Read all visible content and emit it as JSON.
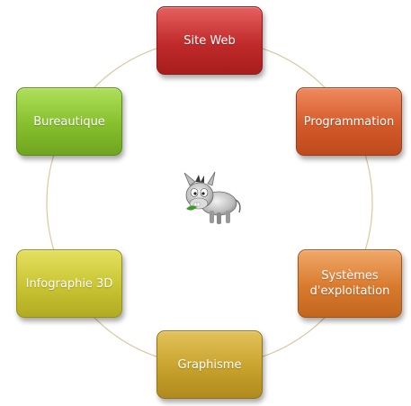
{
  "diagram": {
    "nodes": [
      {
        "label": "Site Web"
      },
      {
        "label": "Programmation"
      },
      {
        "label": "Systèmes\nd'exploitation"
      },
      {
        "label": "Graphisme"
      },
      {
        "label": "Infographie 3D"
      },
      {
        "label": "Bureautique"
      }
    ],
    "center_icon": "donkey-mascot-icon",
    "ring_color": "#d8c9a0"
  }
}
